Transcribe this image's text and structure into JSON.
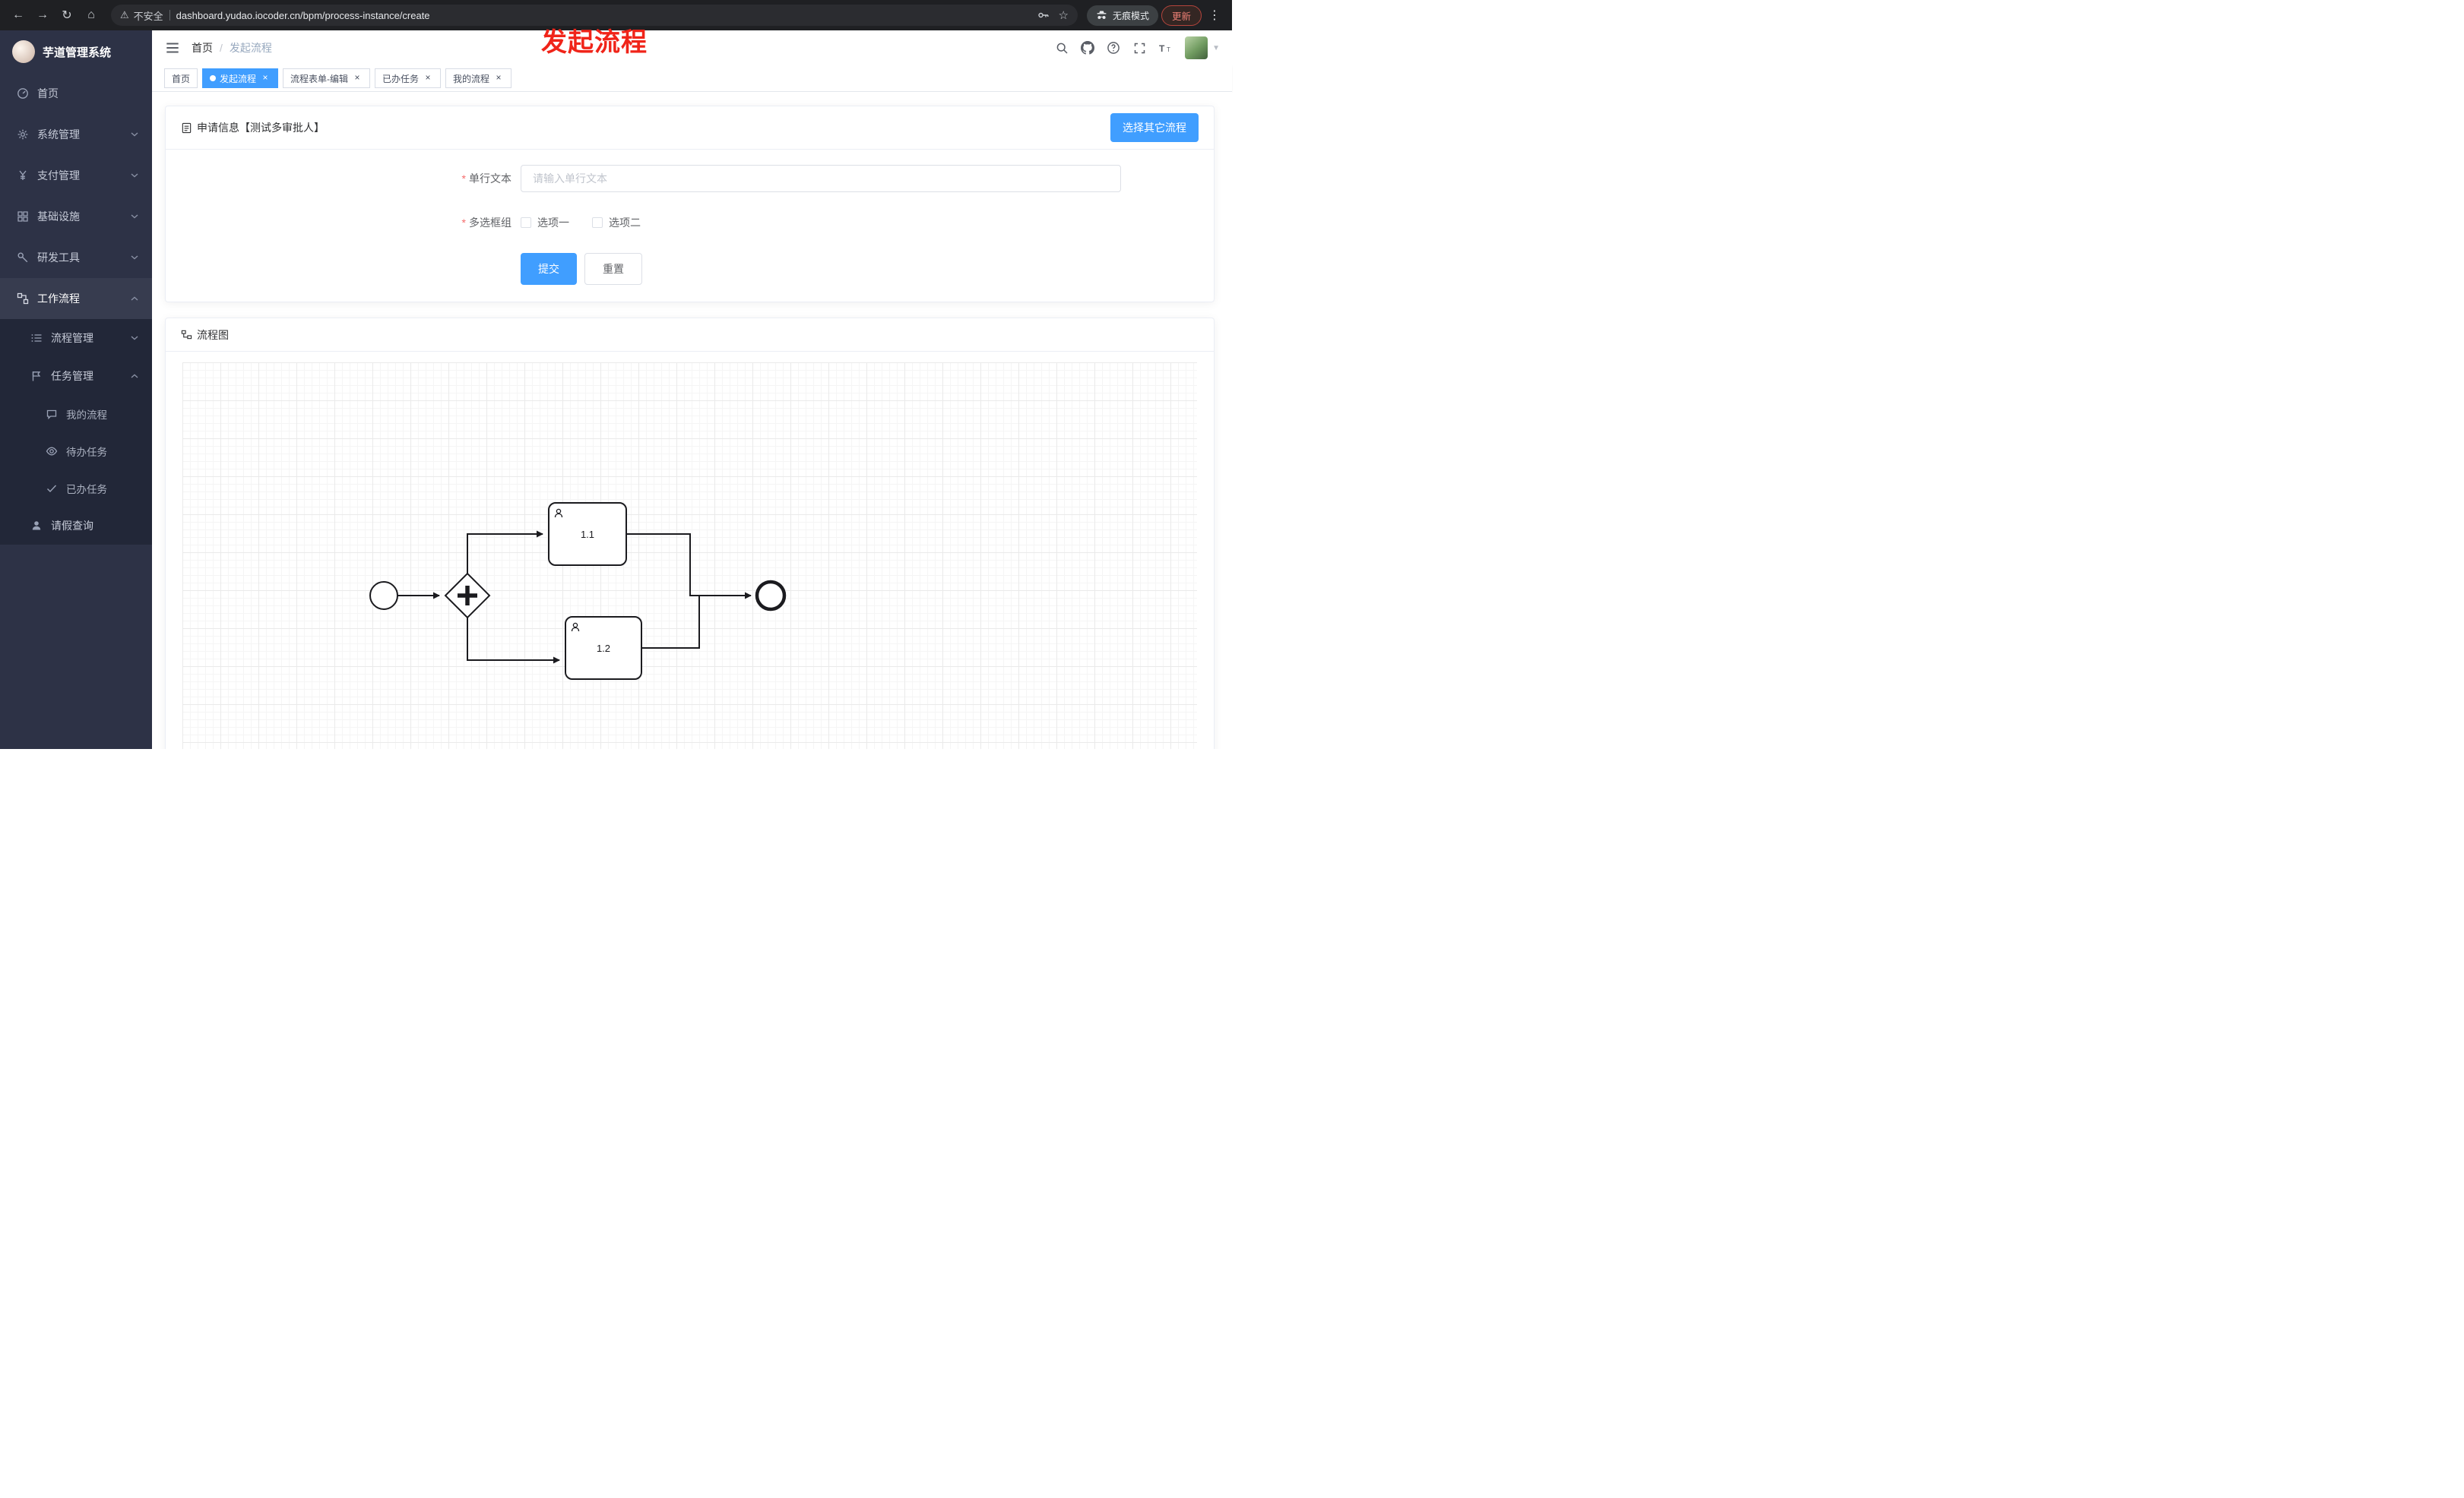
{
  "browser": {
    "url": "dashboard.yudao.iocoder.cn/bpm/process-instance/create",
    "security_label": "不安全",
    "incognito_label": "无痕模式",
    "update_label": "更新"
  },
  "annotation": {
    "text": "发起流程",
    "color": "#f02419"
  },
  "sidebar": {
    "logo_title": "芋道管理系统",
    "items": [
      {
        "label": "首页"
      },
      {
        "label": "系统管理"
      },
      {
        "label": "支付管理"
      },
      {
        "label": "基础设施"
      },
      {
        "label": "研发工具"
      },
      {
        "label": "工作流程"
      },
      {
        "label": "流程管理"
      },
      {
        "label": "任务管理"
      },
      {
        "label": "我的流程"
      },
      {
        "label": "待办任务"
      },
      {
        "label": "已办任务"
      },
      {
        "label": "请假查询"
      }
    ]
  },
  "header": {
    "breadcrumb": {
      "home": "首页",
      "separator": "/",
      "current": "发起流程"
    }
  },
  "tabs": [
    {
      "label": "首页"
    },
    {
      "label": "发起流程",
      "active": true
    },
    {
      "label": "流程表单-编辑"
    },
    {
      "label": "已办任务"
    },
    {
      "label": "我的流程"
    }
  ],
  "form_card": {
    "title": "申请信息【测试多审批人】",
    "choose_other_button": "选择其它流程",
    "required_mark": "*",
    "text_field": {
      "label": "单行文本",
      "placeholder": "请输入单行文本"
    },
    "checkbox_field": {
      "label": "多选框组",
      "options": [
        "选项一",
        "选项二"
      ]
    },
    "submit_button": "提交",
    "reset_button": "重置"
  },
  "diagram_card": {
    "title": "流程图",
    "bpmn": {
      "task1": "1.1",
      "task2": "1.2"
    }
  },
  "colors": {
    "primary": "#409eff",
    "sidebar_bg": "#2d3246",
    "submenu_bg": "#222738",
    "annotation_red": "#f02419"
  }
}
